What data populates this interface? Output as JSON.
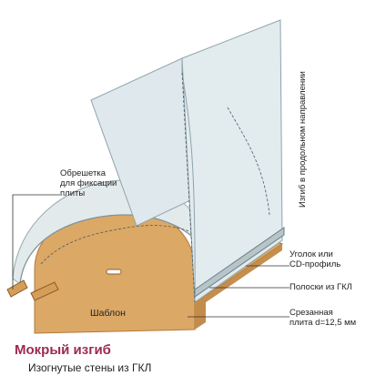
{
  "labels": {
    "battens": [
      "Обрешетка",
      "для фиксации",
      "плиты"
    ],
    "bend_direction": "Изгиб в продольном направлении",
    "corner_profile": [
      "Уголок или",
      "CD-профиль"
    ],
    "strips": "Полоски из ГКЛ",
    "cut_board": [
      "Срезанная",
      "плита d=12,5 мм"
    ],
    "template": "Шаблон"
  },
  "caption": {
    "title": "Мокрый изгиб",
    "subtitle": "Изогнутые стены из ГКЛ"
  },
  "colors": {
    "board": "#dfe7ea",
    "board_edge": "#9eb3bb",
    "wood": "#dba865",
    "wood_dark": "#c08a4a",
    "accent": "#9c2a52"
  }
}
